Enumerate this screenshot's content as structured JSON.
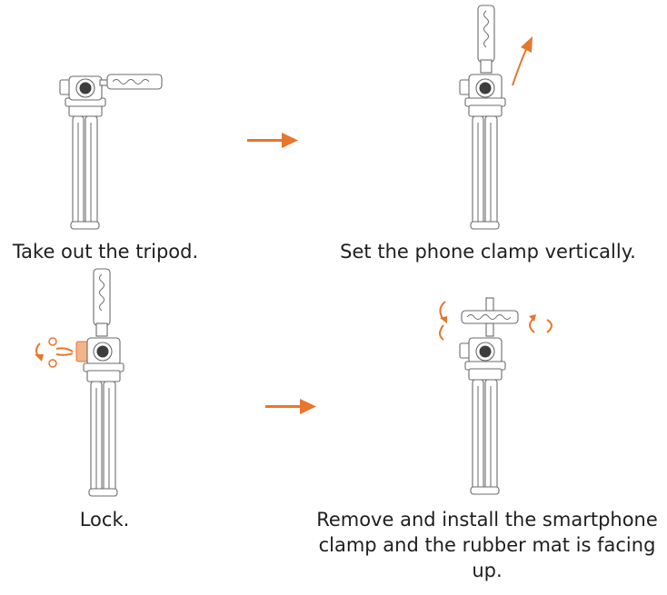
{
  "steps": [
    {
      "caption": "Take out the tripod."
    },
    {
      "caption": "Set the phone clamp vertically."
    },
    {
      "caption": "Lock."
    },
    {
      "caption": "Remove and install the smartphone clamp and the rubber mat is facing up."
    }
  ],
  "colors": {
    "accent": "#e8762c",
    "line": "#6b6b6b",
    "text": "#1e1e1e"
  }
}
